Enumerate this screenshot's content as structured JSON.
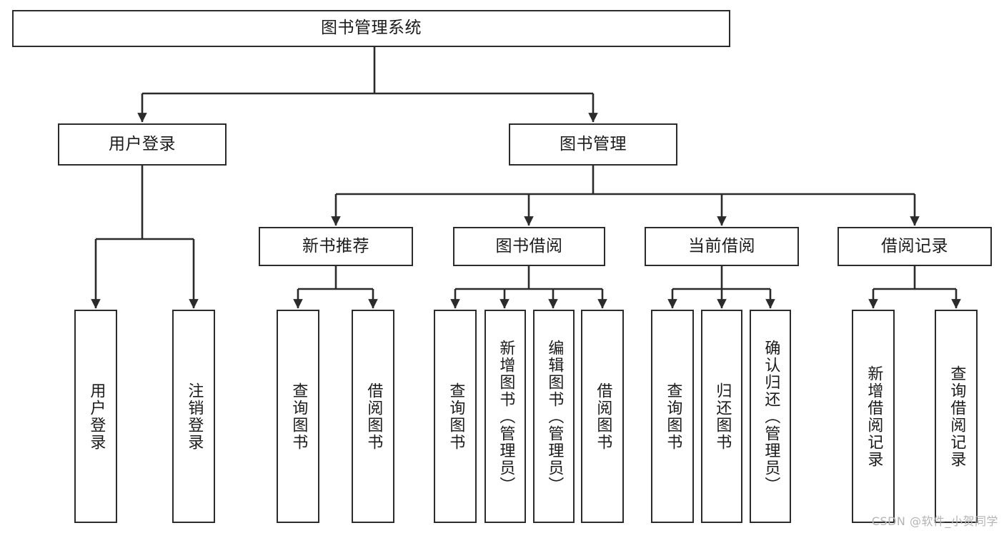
{
  "diagram": {
    "title": "图书管理系统",
    "type": "tree-structure-chart",
    "watermark": "CSDN @软件_小贺同学",
    "colors": {
      "stroke": "#2b2b2b",
      "fill": "#ffffff",
      "text": "#1b1b1b",
      "watermark": "#b4b4b4"
    }
  },
  "nodes": {
    "root": {
      "label": "图书管理系统"
    },
    "level2": [
      {
        "id": "user-login",
        "label": "用户登录"
      },
      {
        "id": "book-manage",
        "label": "图书管理"
      }
    ],
    "level3": [
      {
        "id": "new-book-recommend",
        "label": "新书推荐"
      },
      {
        "id": "book-borrow",
        "label": "图书借阅"
      },
      {
        "id": "current-borrow",
        "label": "当前借阅"
      },
      {
        "id": "borrow-record",
        "label": "借阅记录"
      }
    ],
    "leaves": {
      "user-login": [
        {
          "id": "leaf-user-login",
          "label": "用户登录"
        },
        {
          "id": "leaf-logout-login",
          "label": "注销登录"
        }
      ],
      "new-book-recommend": [
        {
          "id": "leaf-query-book-1",
          "label": "查询图书"
        },
        {
          "id": "leaf-borrow-book-1",
          "label": "借阅图书"
        }
      ],
      "book-borrow": [
        {
          "id": "leaf-query-book-2",
          "label": "查询图书"
        },
        {
          "id": "leaf-add-book-admin",
          "label": "新增图书（管理员）"
        },
        {
          "id": "leaf-edit-book-admin",
          "label": "编辑图书（管理员）"
        },
        {
          "id": "leaf-borrow-book-2",
          "label": "借阅图书"
        }
      ],
      "current-borrow": [
        {
          "id": "leaf-query-book-3",
          "label": "查询图书"
        },
        {
          "id": "leaf-return-book",
          "label": "归还图书"
        },
        {
          "id": "leaf-confirm-return-admin",
          "label": "确认归还（管理员）"
        }
      ],
      "borrow-record": [
        {
          "id": "leaf-add-borrow-record",
          "label": "新增借阅记录"
        },
        {
          "id": "leaf-query-borrow-record",
          "label": "查询借阅记录"
        }
      ]
    }
  }
}
